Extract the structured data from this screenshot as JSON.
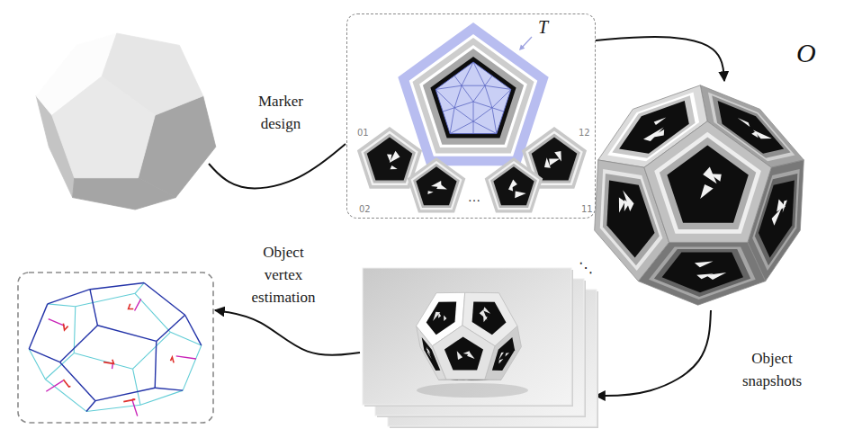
{
  "diagram": {
    "nodes": [
      {
        "text": [
          "T"
        ]
      },
      {
        "text": [
          "01"
        ],
        "in": 0
      },
      {
        "text": [
          "12"
        ],
        "in": 0
      },
      {
        "text": [
          "02"
        ],
        "in": 0
      },
      {
        "text": [
          "11"
        ],
        "in": 0
      },
      {
        "text": [
          "O"
        ]
      },
      {
        "text": [
          "⋱"
        ]
      }
    ],
    "edges": [
      {
        "from": 0,
        "to": 5,
        "arrow": "to"
      },
      {
        "from": 5,
        "to": 6,
        "arrow": "to",
        "label": "Object snapshots"
      }
    ],
    "labels": [
      "Marker design",
      "…",
      "Object vertex estimation"
    ]
  }
}
